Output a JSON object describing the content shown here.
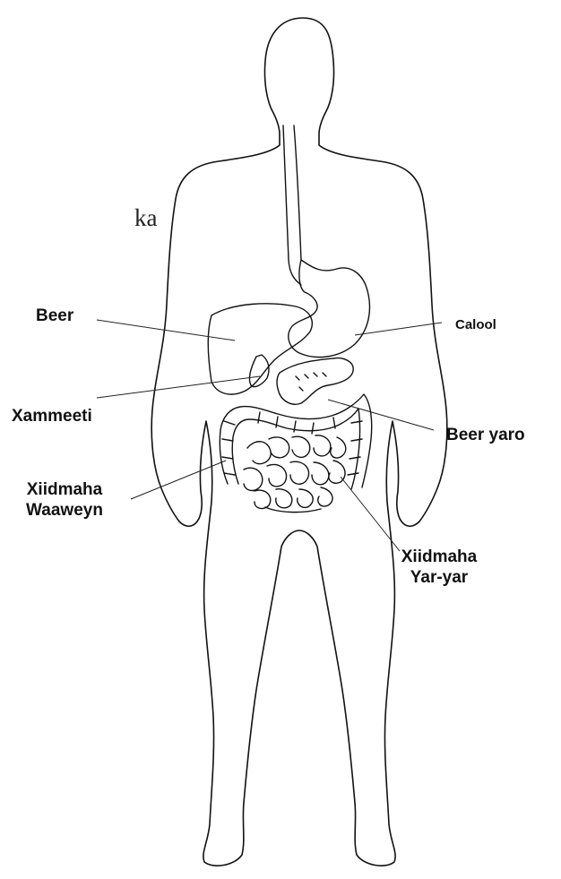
{
  "fragment": "ka",
  "labels": {
    "liver": "Beer",
    "stomach": "Calool",
    "gallbladder": "Xammeeti",
    "pancreas": "Beer yaro",
    "large_intestine_line1": "Xiidmaha",
    "large_intestine_line2": "Waaweyn",
    "small_intestine_line1": "Xiidmaha",
    "small_intestine_line2": "Yar-yar"
  }
}
